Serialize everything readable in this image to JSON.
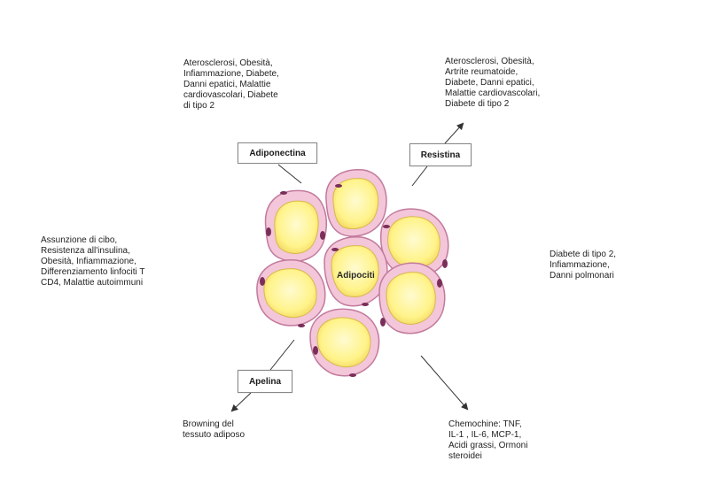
{
  "labels": {
    "adiponectina": "Adiponectina",
    "resistina": "Resistina",
    "apelina": "Apelina",
    "center": "Adipociti"
  },
  "notes": {
    "top_left": "Aterosclerosi, Obesità,\nInfiammazione, Diabete,\nDanni epatici, Malattie\ncardiovascolari, Diabete\ndi tipo 2",
    "top_right": "Aterosclerosi, Obesità,\nArtrite reumatoide,\nDiabete, Danni epatici,\nMalattie cardiovascolari,\nDiabete di tipo 2",
    "left": "Assunzione di cibo,\nResistenza all'insulina,\nObesità, Infiammazione,\nDifferenziamento linfociti T\nCD4, Malattie autoimmuni",
    "right": "Diabete di tipo 2,\nInfiammazione,\nDanni polmonari",
    "bottom_left": "Browning del\ntessuto adiposo",
    "bottom_right": "Chemochine: TNF,\nIL-1 ,  IL-6, MCP-1,\nAcidi grassi, Ormoni\nsteroidei"
  },
  "colors": {
    "membrane": "#f3c6d9",
    "membrane_edge": "#c27a9c",
    "lipid": "#fff59a",
    "lipid_edge": "#d9b84a",
    "nucleus": "#7a2e5a",
    "arrow": "#333333"
  }
}
